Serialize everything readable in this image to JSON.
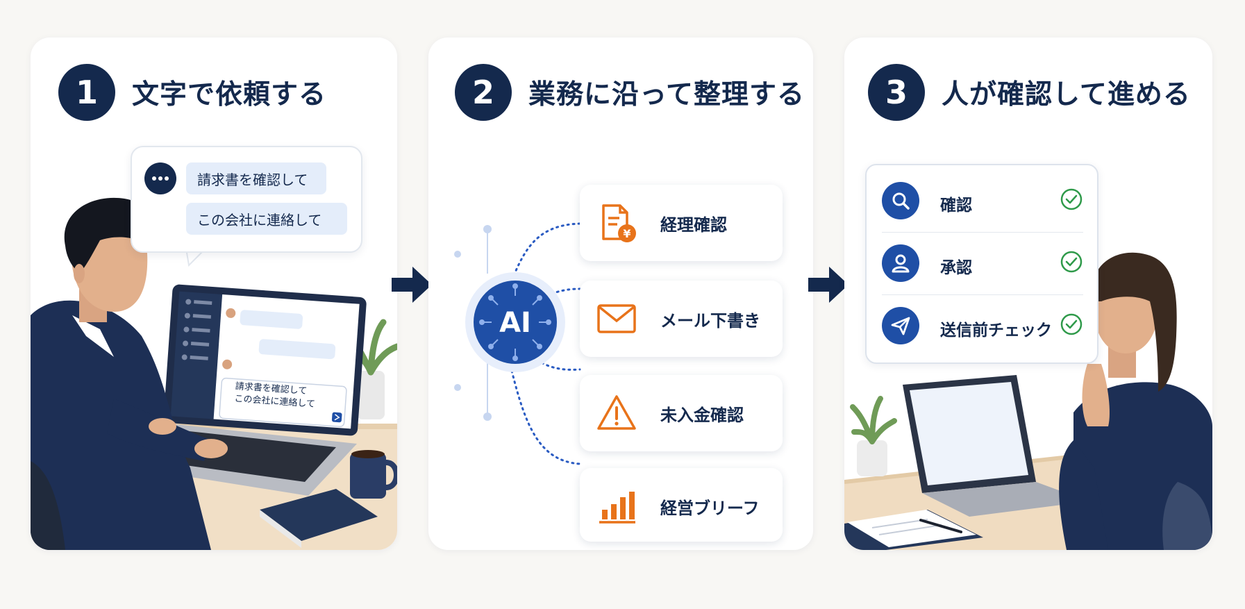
{
  "steps": [
    {
      "number": "1",
      "title": "文字で依頼する"
    },
    {
      "number": "2",
      "title": "業務に沿って整理する"
    },
    {
      "number": "3",
      "title": "人が確認して進める"
    }
  ],
  "request_bubble": {
    "messages": [
      "請求書を確認して",
      "この会社に連絡して"
    ]
  },
  "laptop_chat": {
    "line1": "請求書を確認して",
    "line2": "この会社に連絡して"
  },
  "ai_hub": {
    "label": "AI"
  },
  "tasks": [
    {
      "label": "経理確認",
      "icon": "invoice-yen-icon"
    },
    {
      "label": "メール下書き",
      "icon": "envelope-icon"
    },
    {
      "label": "未入金確認",
      "icon": "warning-icon"
    },
    {
      "label": "経営ブリーフ",
      "icon": "bar-chart-icon"
    }
  ],
  "checks": [
    {
      "label": "確認",
      "icon": "search-icon"
    },
    {
      "label": "承認",
      "icon": "user-icon"
    },
    {
      "label": "送信前チェック",
      "icon": "send-icon"
    }
  ],
  "colors": {
    "navy": "#14294d",
    "accent_orange": "#e8731a",
    "accent_blue": "#1f4fa6",
    "check_green": "#2f9a4a"
  }
}
